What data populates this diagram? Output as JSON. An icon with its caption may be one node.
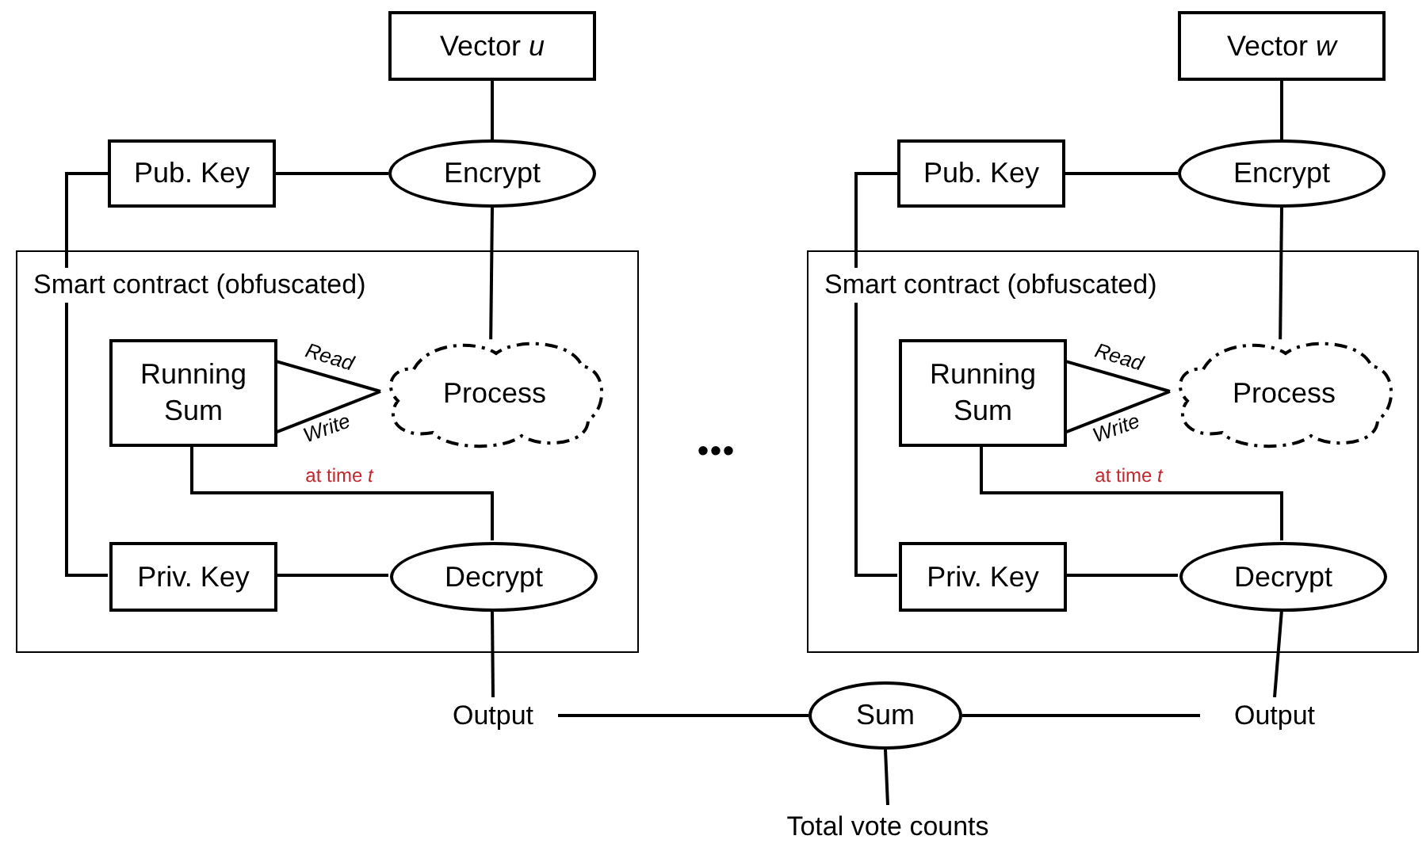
{
  "diagram": {
    "nodes": [
      {
        "text": [
          "Vector *u*"
        ]
      },
      {
        "text": [
          "Pub. Key"
        ]
      },
      {
        "text": [
          "Encrypt"
        ]
      },
      {
        "text": [
          "Smart contract (obfuscated)"
        ]
      },
      {
        "text": [
          "Running Sum"
        ],
        "in": 3
      },
      {
        "text": [
          "Process"
        ],
        "in": 3
      },
      {
        "text": [
          "Priv. Key"
        ],
        "in": 3
      },
      {
        "text": [
          "Decrypt"
        ],
        "in": 3
      },
      {
        "text": [
          "Output"
        ]
      },
      {
        "text": [
          "Vector *w*"
        ]
      },
      {
        "text": [
          "Pub. Key"
        ]
      },
      {
        "text": [
          "Encrypt"
        ]
      },
      {
        "text": [
          "Smart contract (obfuscated)"
        ]
      },
      {
        "text": [
          "Running Sum"
        ],
        "in": 12
      },
      {
        "text": [
          "Process"
        ],
        "in": 12
      },
      {
        "text": [
          "Priv. Key"
        ],
        "in": 12
      },
      {
        "text": [
          "Decrypt"
        ],
        "in": 12
      },
      {
        "text": [
          "Output"
        ]
      },
      {
        "text": [
          "Sum"
        ]
      },
      {
        "text": [
          "Total vote counts"
        ]
      }
    ],
    "edges": [
      {
        "from": 0,
        "to": 2,
        "arrow": "none"
      },
      {
        "from": 1,
        "to": 2,
        "arrow": "none"
      },
      {
        "from": 1,
        "to": 6,
        "arrow": "none"
      },
      {
        "from": 2,
        "to": 5,
        "arrow": "none"
      },
      {
        "from": 4,
        "to": 5,
        "arrow": "none",
        "label": "Read"
      },
      {
        "from": 4,
        "to": 5,
        "arrow": "none",
        "label": "Write"
      },
      {
        "from": 4,
        "to": 7,
        "arrow": "none",
        "label": "at time *t*"
      },
      {
        "from": 6,
        "to": 7,
        "arrow": "none"
      },
      {
        "from": 7,
        "to": 8,
        "arrow": "none"
      },
      {
        "from": 9,
        "to": 11,
        "arrow": "none"
      },
      {
        "from": 10,
        "to": 11,
        "arrow": "none"
      },
      {
        "from": 10,
        "to": 15,
        "arrow": "none"
      },
      {
        "from": 11,
        "to": 14,
        "arrow": "none"
      },
      {
        "from": 13,
        "to": 14,
        "arrow": "none",
        "label": "Read"
      },
      {
        "from": 13,
        "to": 14,
        "arrow": "none",
        "label": "Write"
      },
      {
        "from": 13,
        "to": 16,
        "arrow": "none",
        "label": "at time *t*"
      },
      {
        "from": 15,
        "to": 16,
        "arrow": "none"
      },
      {
        "from": 16,
        "to": 17,
        "arrow": "none"
      },
      {
        "from": 8,
        "to": 18,
        "arrow": "none"
      },
      {
        "from": 18,
        "to": 17,
        "arrow": "none"
      },
      {
        "from": 18,
        "to": 19,
        "arrow": "none"
      }
    ],
    "labels": [
      "•••"
    ]
  }
}
